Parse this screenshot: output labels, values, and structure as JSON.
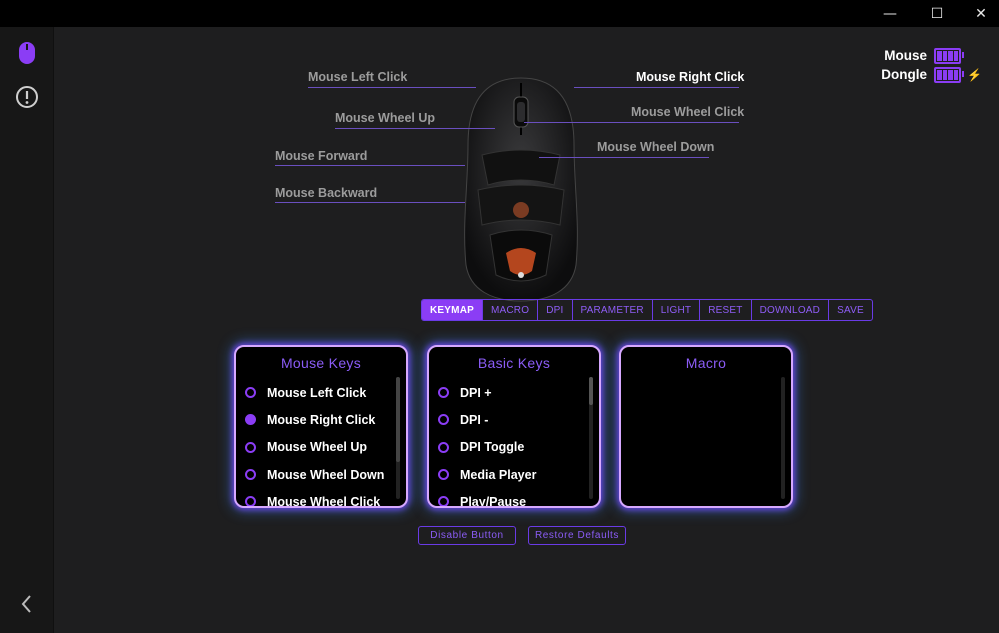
{
  "window": {
    "minimize": "—",
    "maximize": "☐",
    "close": "✕"
  },
  "sidebar": {
    "icons": [
      "mouse-icon",
      "info-icon"
    ],
    "back": "back-chevron-icon"
  },
  "status": [
    {
      "label": "Mouse",
      "battery_level": 1.0,
      "charging": false
    },
    {
      "label": "Dongle",
      "battery_level": 1.0,
      "charging": true
    }
  ],
  "callouts": {
    "left_click": "Mouse Left Click",
    "wheel_up": "Mouse Wheel Up",
    "forward": "Mouse Forward",
    "backward": "Mouse Backward",
    "right_click": "Mouse Right Click",
    "wheel_click": "Mouse Wheel Click",
    "wheel_down": "Mouse Wheel Down"
  },
  "tabs": [
    "KEYMAP",
    "MACRO",
    "DPI",
    "PARAMETER",
    "LIGHT",
    "RESET",
    "DOWNLOAD",
    "SAVE"
  ],
  "active_tab": "KEYMAP",
  "panels": {
    "mouse_keys": {
      "title": "Mouse Keys",
      "items": [
        "Mouse Left Click",
        "Mouse Right Click",
        "Mouse Wheel Up",
        "Mouse Wheel Down",
        "Mouse Wheel Click"
      ],
      "selected": "Mouse Right Click"
    },
    "basic_keys": {
      "title": "Basic Keys",
      "items": [
        "DPI +",
        "DPI -",
        "DPI Toggle",
        "Media Player",
        "Play/Pause"
      ]
    },
    "macro": {
      "title": "Macro",
      "items": []
    }
  },
  "actions": {
    "disable": "Disable Button",
    "restore": "Restore Defaults"
  },
  "colors": {
    "accent": "#8b3df5",
    "charge": "#8ef04a",
    "panel_glow": "#d6a8ff"
  }
}
